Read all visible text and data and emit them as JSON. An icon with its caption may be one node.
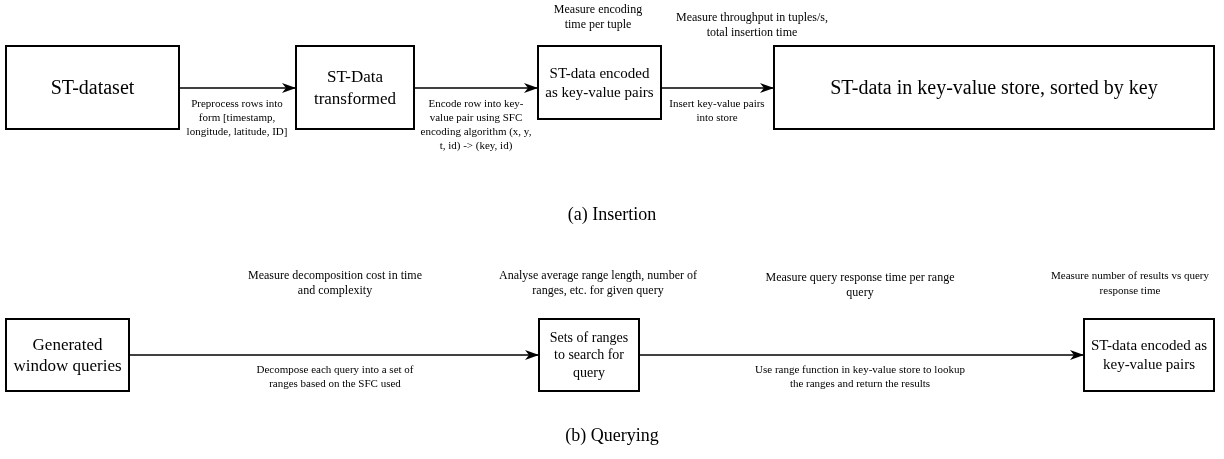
{
  "diagram": {
    "nodes": [
      {
        "text": [
          "ST-dataset"
        ]
      },
      {
        "text": [
          "ST-Data transformed"
        ]
      },
      {
        "text": [
          "ST-data encoded as key-value pairs"
        ]
      },
      {
        "text": [
          "ST-data in key-value store, sorted by key"
        ]
      },
      {
        "text": [
          "Generated window queries"
        ]
      },
      {
        "text": [
          "Sets of ranges to search for query"
        ]
      },
      {
        "text": [
          "ST-data encoded as key-value pairs"
        ]
      }
    ],
    "edges": [
      {
        "from": 0,
        "to": 1,
        "arrow": "to",
        "label": "Preprocess rows into form [timestamp, longitude, latitude, ID]"
      },
      {
        "from": 1,
        "to": 2,
        "arrow": "to",
        "label": "Encode row into key-value pair using SFC encoding algorithm (x, y, t, id) -> (key, id)"
      },
      {
        "from": 2,
        "to": 3,
        "arrow": "to",
        "label": "Insert key-value pairs into store"
      },
      {
        "from": 4,
        "to": 5,
        "arrow": "to",
        "label": "Decompose each query into a set of ranges based on the SFC used"
      },
      {
        "from": 5,
        "to": 6,
        "arrow": "to",
        "label": "Use range function in key-value store to lookup the ranges and return the results"
      }
    ],
    "labels": [
      "Measure encoding time per tuple",
      "Measure throughput in tuples/s, total insertion time",
      "(a) Insertion",
      "Measure decomposition cost in time and complexity",
      "Analyse average range length, number of ranges, etc. for given query",
      "Measure query response time per range query",
      "Measure number of results vs query response time",
      "(b) Querying"
    ]
  }
}
